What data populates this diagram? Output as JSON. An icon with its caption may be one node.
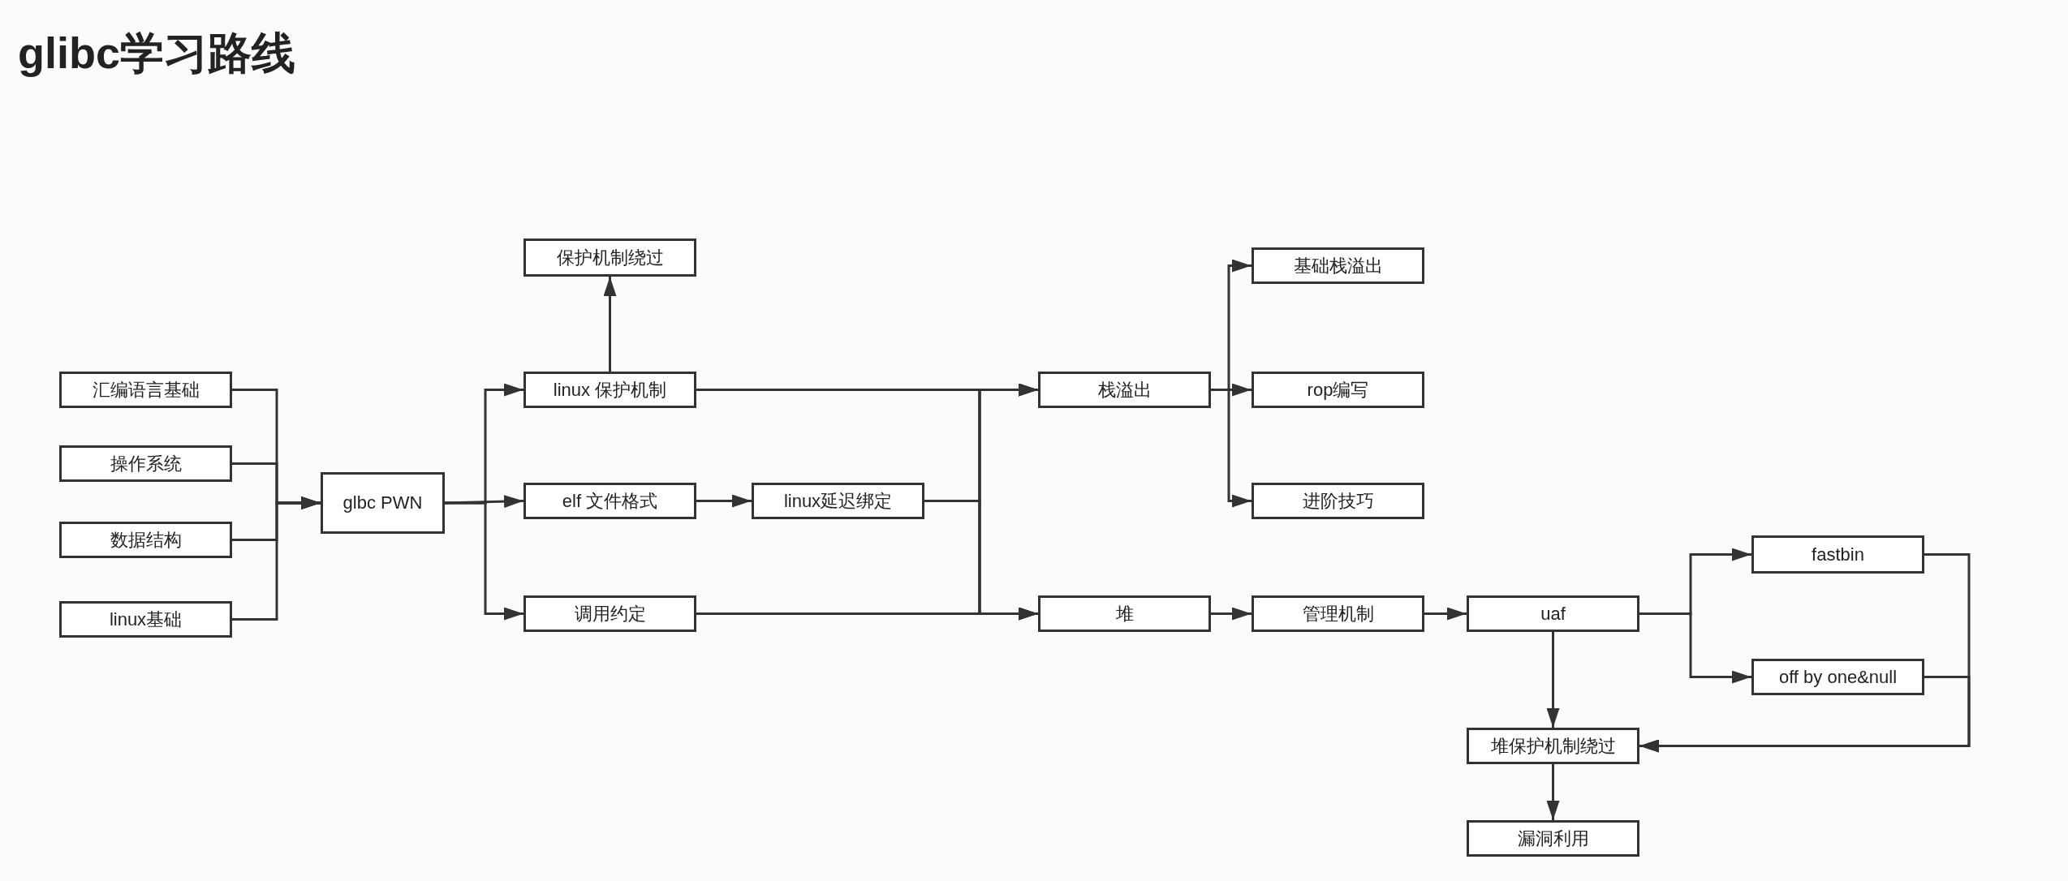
{
  "diagram": {
    "title": "glibc学习路线",
    "nodes": [
      {
        "text": [
          "汇编语言基础"
        ]
      },
      {
        "text": [
          "操作系统"
        ]
      },
      {
        "text": [
          "数据结构"
        ]
      },
      {
        "text": [
          "linux基础"
        ]
      },
      {
        "text": [
          "glbc PWN"
        ]
      },
      {
        "text": [
          "保护机制绕过"
        ]
      },
      {
        "text": [
          "linux 保护机制"
        ]
      },
      {
        "text": [
          "elf 文件格式"
        ]
      },
      {
        "text": [
          "linux延迟绑定"
        ]
      },
      {
        "text": [
          "调用约定"
        ]
      },
      {
        "text": [
          "栈溢出"
        ]
      },
      {
        "text": [
          "基础栈溢出"
        ]
      },
      {
        "text": [
          "rop编写"
        ]
      },
      {
        "text": [
          "进阶技巧"
        ]
      },
      {
        "text": [
          "堆"
        ]
      },
      {
        "text": [
          "管理机制"
        ]
      },
      {
        "text": [
          "uaf"
        ]
      },
      {
        "text": [
          "fastbin"
        ]
      },
      {
        "text": [
          "off by one&null"
        ]
      },
      {
        "text": [
          "堆保护机制绕过"
        ]
      },
      {
        "text": [
          "漏洞利用"
        ]
      }
    ],
    "edges": [
      {
        "from": 0,
        "to": 4,
        "arrow": "to"
      },
      {
        "from": 1,
        "to": 4,
        "arrow": "to"
      },
      {
        "from": 2,
        "to": 4,
        "arrow": "to"
      },
      {
        "from": 3,
        "to": 4,
        "arrow": "to"
      },
      {
        "from": 4,
        "to": 6,
        "arrow": "to"
      },
      {
        "from": 4,
        "to": 7,
        "arrow": "to"
      },
      {
        "from": 4,
        "to": 9,
        "arrow": "to"
      },
      {
        "from": 6,
        "to": 5,
        "arrow": "to"
      },
      {
        "from": 7,
        "to": 8,
        "arrow": "to"
      },
      {
        "from": 6,
        "to": 10,
        "arrow": "to"
      },
      {
        "from": 6,
        "to": 14,
        "arrow": "to"
      },
      {
        "from": 8,
        "to": 10,
        "arrow": "to"
      },
      {
        "from": 8,
        "to": 14,
        "arrow": "to"
      },
      {
        "from": 9,
        "to": 10,
        "arrow": "to"
      },
      {
        "from": 9,
        "to": 14,
        "arrow": "to"
      },
      {
        "from": 10,
        "to": 11,
        "arrow": "to"
      },
      {
        "from": 10,
        "to": 12,
        "arrow": "to"
      },
      {
        "from": 10,
        "to": 13,
        "arrow": "to"
      },
      {
        "from": 14,
        "to": 15,
        "arrow": "to"
      },
      {
        "from": 15,
        "to": 16,
        "arrow": "to"
      },
      {
        "from": 16,
        "to": 17,
        "arrow": "to"
      },
      {
        "from": 16,
        "to": 18,
        "arrow": "to"
      },
      {
        "from": 16,
        "to": 19,
        "arrow": "to"
      },
      {
        "from": 17,
        "to": 19,
        "arrow": "to"
      },
      {
        "from": 18,
        "to": 19,
        "arrow": "to"
      },
      {
        "from": 19,
        "to": 20,
        "arrow": "to"
      }
    ]
  }
}
